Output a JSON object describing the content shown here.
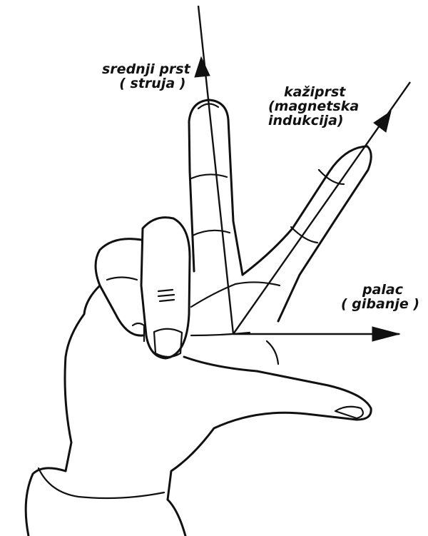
{
  "labels": {
    "middle_finger": {
      "line1": "srednji prst",
      "line2": "( struja )"
    },
    "index_finger": {
      "line1": "kažiprst",
      "line2": "(magnetska",
      "line3": "indukcija)"
    },
    "thumb": {
      "line1": "palac",
      "line2": "( gibanje )"
    }
  },
  "colors": {
    "ink": "#111111",
    "background": "#ffffff"
  },
  "icons": [
    "left-hand-drawing",
    "arrow-up-icon",
    "arrow-diagonal-icon",
    "arrow-right-icon"
  ]
}
